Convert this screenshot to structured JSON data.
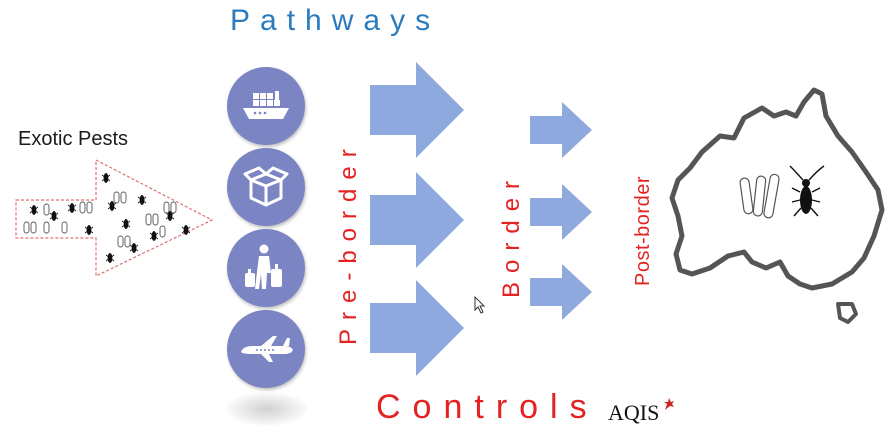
{
  "title": "Pathways",
  "source_label": "Exotic Pests",
  "stages": {
    "pre_border": "Pre-border",
    "border": "Border",
    "post_border": "Post-border"
  },
  "footer": {
    "controls": "Controls",
    "agency": "AQIS"
  },
  "pathway_icons": [
    "ship-icon",
    "parcel-icon",
    "traveller-icon",
    "aircraft-icon"
  ],
  "colors": {
    "title_blue": "#2b7bbf",
    "label_red": "#e52222",
    "circle": "#7c85c3",
    "arrow": "#8ea9de"
  }
}
